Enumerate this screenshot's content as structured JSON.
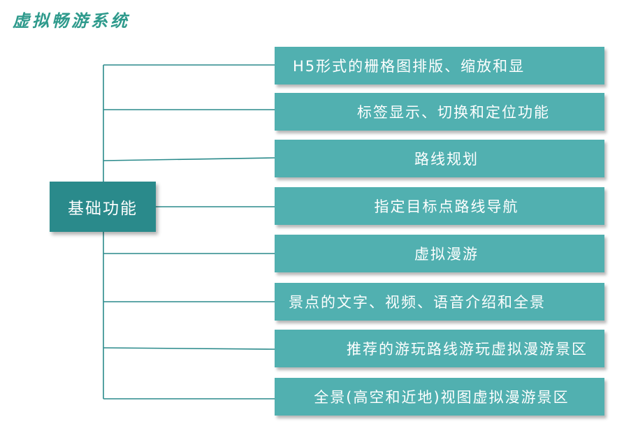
{
  "title": "虚拟畅游系统",
  "root": {
    "label": "基础功能"
  },
  "children": [
    {
      "label": "H5形式的栅格图排版、缩放和显"
    },
    {
      "label": "标签显示、切换和定位功能"
    },
    {
      "label": "路线规划"
    },
    {
      "label": "指定目标点路线导航"
    },
    {
      "label": "虚拟漫游"
    },
    {
      "label": "景点的文字、视频、语音介绍和全景"
    },
    {
      "label": "推荐的游玩路线游玩虚拟漫游景区"
    },
    {
      "label": "全景(高空和近地)视图虚拟漫游景区"
    }
  ],
  "colors": {
    "title": "#2e9a8c",
    "root_fill": "#2a8a8b",
    "node_fill": "#51b0b0",
    "connector": "#2a8a8b",
    "text": "#ffffff"
  }
}
